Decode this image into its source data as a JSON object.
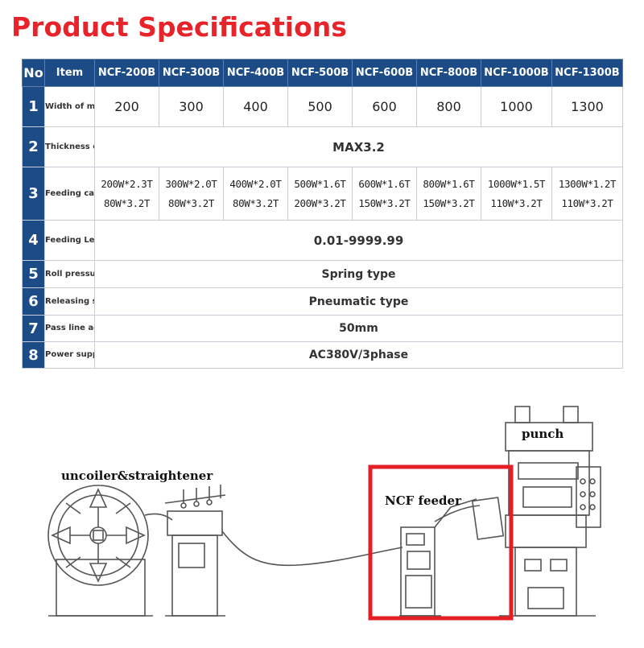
{
  "title": "Product Specifications",
  "table": {
    "headers": [
      "No",
      "Item",
      "NCF-200B",
      "NCF-300B",
      "NCF-400B",
      "NCF-500B",
      "NCF-600B",
      "NCF-800B",
      "NCF-1000B",
      "NCF-1300B"
    ],
    "rows": [
      {
        "no": "1",
        "item": "Width of material (mm)",
        "values": [
          "200",
          "300",
          "400",
          "500",
          "600",
          "800",
          "1000",
          "1300"
        ]
      },
      {
        "no": "2",
        "item": "Thickness of material (mm)",
        "span": "MAX3.2"
      },
      {
        "no": "3",
        "item": "Feeding capacity",
        "top": [
          "200W*2.3T",
          "300W*2.0T",
          "400W*2.0T",
          "500W*1.6T",
          "600W*1.6T",
          "800W*1.6T",
          "1000W*1.5T",
          "1300W*1.2T"
        ],
        "bottom": [
          "80W*3.2T",
          "80W*3.2T",
          "80W*3.2T",
          "200W*3.2T",
          "150W*3.2T",
          "150W*3.2T",
          "110W*3.2T",
          "110W*3.2T"
        ]
      },
      {
        "no": "4",
        "item": "Feeding Length (mm)",
        "span": "0.01-9999.99"
      },
      {
        "no": "5",
        "item": "Roll pressure",
        "span": "Spring type"
      },
      {
        "no": "6",
        "item": "Releasing system",
        "span": "Pneumatic type"
      },
      {
        "no": "7",
        "item": "Pass line adjustment",
        "span": "50mm"
      },
      {
        "no": "8",
        "item": "Power supply",
        "span": "AC380V/3phase"
      }
    ]
  },
  "diagram": {
    "labels": {
      "uncoiler": "uncoiler&straightener",
      "feeder": "NCF feeder",
      "punch": "punch"
    },
    "colors": {
      "highlight": "#e31e24",
      "line": "#555555"
    }
  }
}
